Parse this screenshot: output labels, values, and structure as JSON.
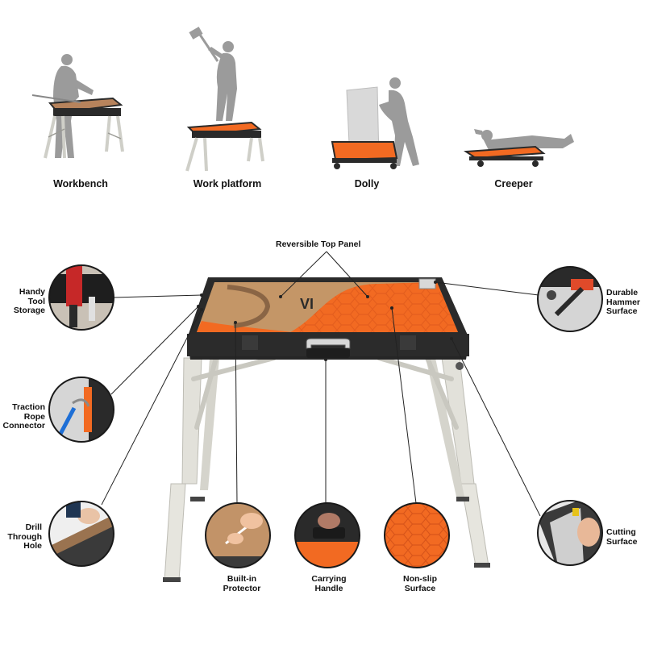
{
  "modes": [
    {
      "id": "workbench",
      "label": "Workbench"
    },
    {
      "id": "work-platform",
      "label": "Work platform"
    },
    {
      "id": "dolly",
      "label": "Dolly"
    },
    {
      "id": "creeper",
      "label": "Creeper"
    }
  ],
  "product": {
    "brand_partial": "VI",
    "top_callout": "Reversible Top Panel",
    "colors": {
      "orange": "#f26a22",
      "board": "#c49667",
      "frame": "#2a2a2a",
      "leg": "#e2e1da",
      "figure": "#9b9b9b"
    }
  },
  "callouts": {
    "handy_tool_storage": [
      "Handy",
      "Tool",
      "Storage"
    ],
    "traction_rope_connector": [
      "Traction",
      "Rope",
      "Connector"
    ],
    "drill_through_hole": [
      "Drill",
      "Through",
      "Hole"
    ],
    "built_in_protector": [
      "Built-in",
      "Protector"
    ],
    "carrying_handle": [
      "Carrying",
      "Handle"
    ],
    "non_slip_surface": [
      "Non-slip",
      "Surface"
    ],
    "durable_hammer_surface": [
      "Durable",
      "Hammer",
      "Surface"
    ],
    "cutting_surface": [
      "Cutting",
      "Surface"
    ]
  }
}
